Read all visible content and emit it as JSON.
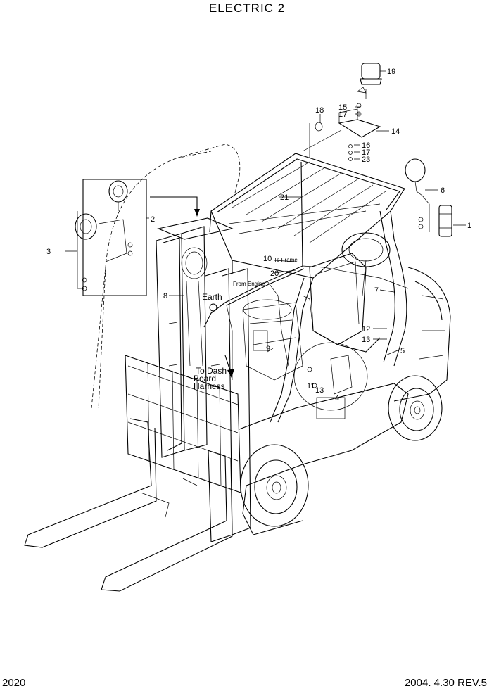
{
  "title": "ELECTRIC 2",
  "page_number": "2020",
  "revision": "2004. 4.30 REV.5",
  "callouts": {
    "c1": "1",
    "c2": "2",
    "c3": "3",
    "c4": "4",
    "c5": "5",
    "c6": "6",
    "c7": "7",
    "c8": "8",
    "c9": "9",
    "c10": "10",
    "c11": "11",
    "c12": "12",
    "c13a": "13",
    "c13b": "13",
    "c14": "14",
    "c15": "15",
    "c16": "16",
    "c17a": "17",
    "c17b": "17",
    "c18": "18",
    "c19": "19",
    "c20": "20",
    "c21": "21",
    "c23": "23"
  },
  "annotations": {
    "to_frame": "To Frame",
    "from_engine": "From Engine",
    "earth": "Earth",
    "to_dash_1": "To Dash",
    "to_dash_2": "Board",
    "to_dash_3": "Harness"
  }
}
